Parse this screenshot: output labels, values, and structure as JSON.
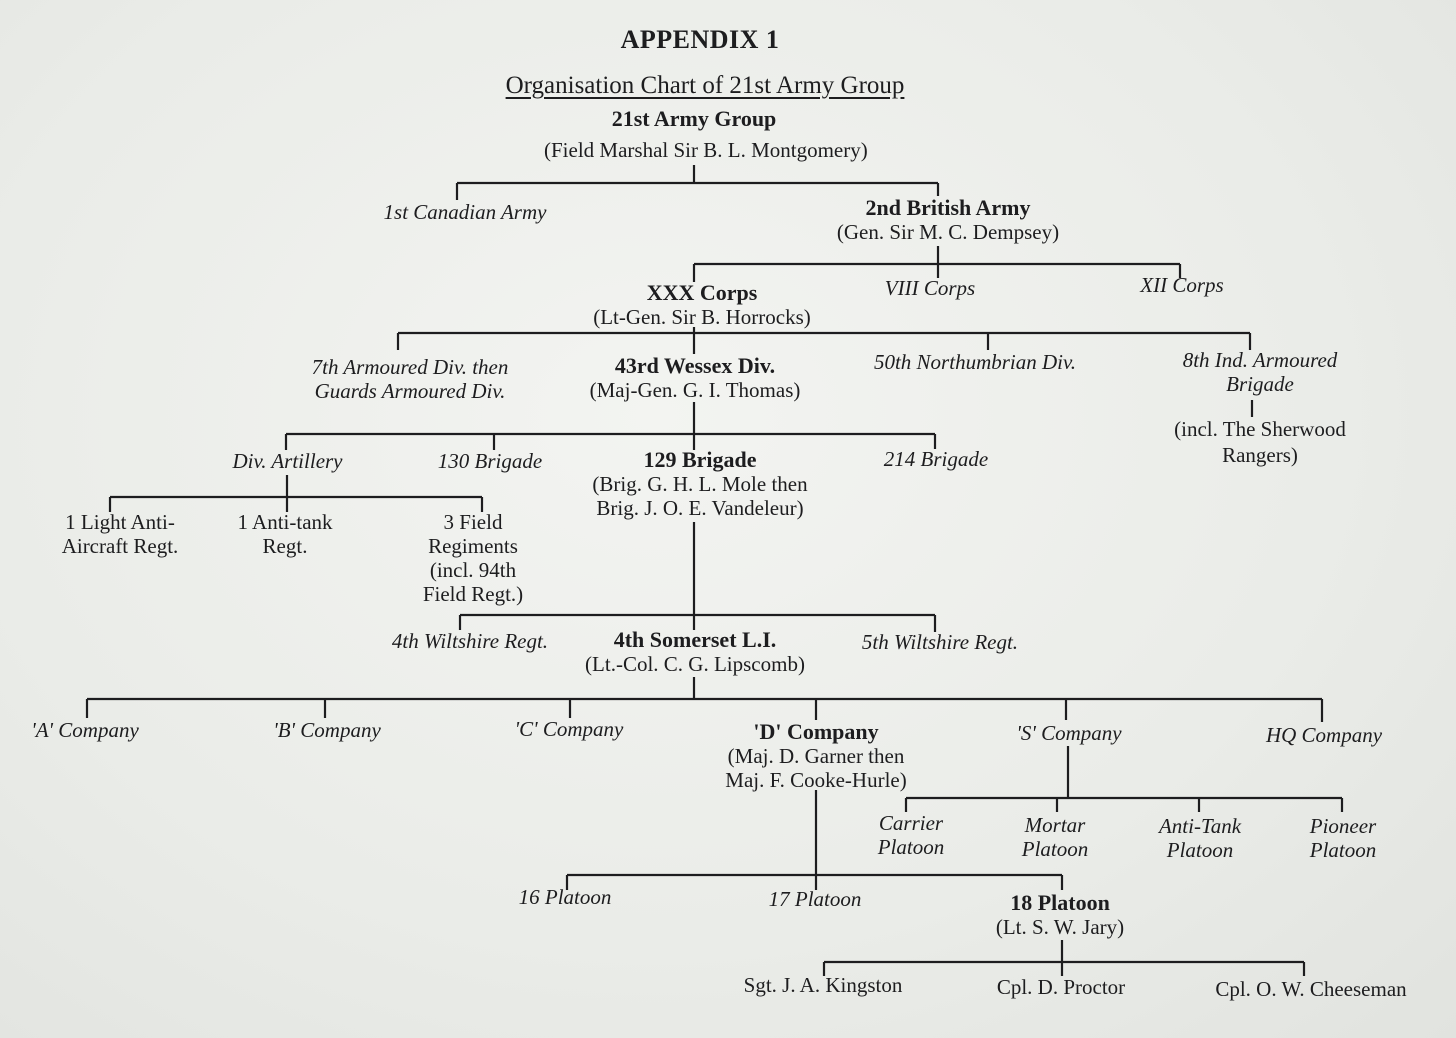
{
  "heading": "APPENDIX 1",
  "subtitle": "Organisation Chart of 21st Army Group",
  "army_group": {
    "name": "21st Army Group",
    "commander": "(Field Marshal Sir B. L. Montgomery)"
  },
  "armies": {
    "canadian": "1st Canadian Army",
    "british": "2nd British Army",
    "british_commander": "(Gen. Sir M. C. Dempsey)"
  },
  "corps": {
    "xxx": "XXX Corps",
    "xxx_commander": "(Lt-Gen. Sir B. Horrocks)",
    "viii": "VIII Corps",
    "xii": "XII Corps"
  },
  "divisions": {
    "armoured_1": "7th Armoured Div. then",
    "armoured_2": "Guards Armoured Div.",
    "wessex": "43rd Wessex Div.",
    "wessex_commander": "(Maj-Gen. G. I. Thomas)",
    "northumbrian": "50th Northumbrian Div.",
    "ind_1": "8th Ind. Armoured",
    "ind_2": "Brigade",
    "ind_3": "(incl. The Sherwood",
    "ind_4": "Rangers)"
  },
  "brigades": {
    "artillery": "Div. Artillery",
    "b130": "130 Brigade",
    "b129": "129 Brigade",
    "b129_cmd_1": "(Brig. G. H. L. Mole then",
    "b129_cmd_2": "Brig. J. O. E. Vandeleur)",
    "b214": "214 Brigade"
  },
  "artillery_units": {
    "aa_1": "1 Light Anti-",
    "aa_2": "Aircraft Regt.",
    "at_1": "1 Anti-tank",
    "at_2": "Regt.",
    "field_1": "3 Field",
    "field_2": "Regiments",
    "field_3": "(incl. 94th",
    "field_4": "Field Regt.)"
  },
  "regiments": {
    "wilts4": "4th Wiltshire Regt.",
    "somerset": "4th Somerset L.I.",
    "somerset_commander": "(Lt.-Col. C. G. Lipscomb)",
    "wilts5": "5th Wiltshire Regt."
  },
  "companies": {
    "a": "'A' Company",
    "b": "'B' Company",
    "c": "'C' Company",
    "d": "'D' Company",
    "d_cmd_1": "(Maj. D. Garner then",
    "d_cmd_2": "Maj. F. Cooke-Hurle)",
    "s": "'S' Company",
    "hq": "HQ Company"
  },
  "s_platoons": {
    "carrier_1": "Carrier",
    "carrier_2": "Platoon",
    "mortar_1": "Mortar",
    "mortar_2": "Platoon",
    "antitank_1": "Anti-Tank",
    "antitank_2": "Platoon",
    "pioneer_1": "Pioneer",
    "pioneer_2": "Platoon"
  },
  "platoons": {
    "p16": "16 Platoon",
    "p17": "17 Platoon",
    "p18": "18 Platoon",
    "p18_cmd": "(Lt. S. W. Jary)"
  },
  "sections": {
    "kingston": "Sgt. J. A. Kingston",
    "proctor": "Cpl. D. Proctor",
    "cheeseman": "Cpl. O. W. Cheeseman"
  }
}
